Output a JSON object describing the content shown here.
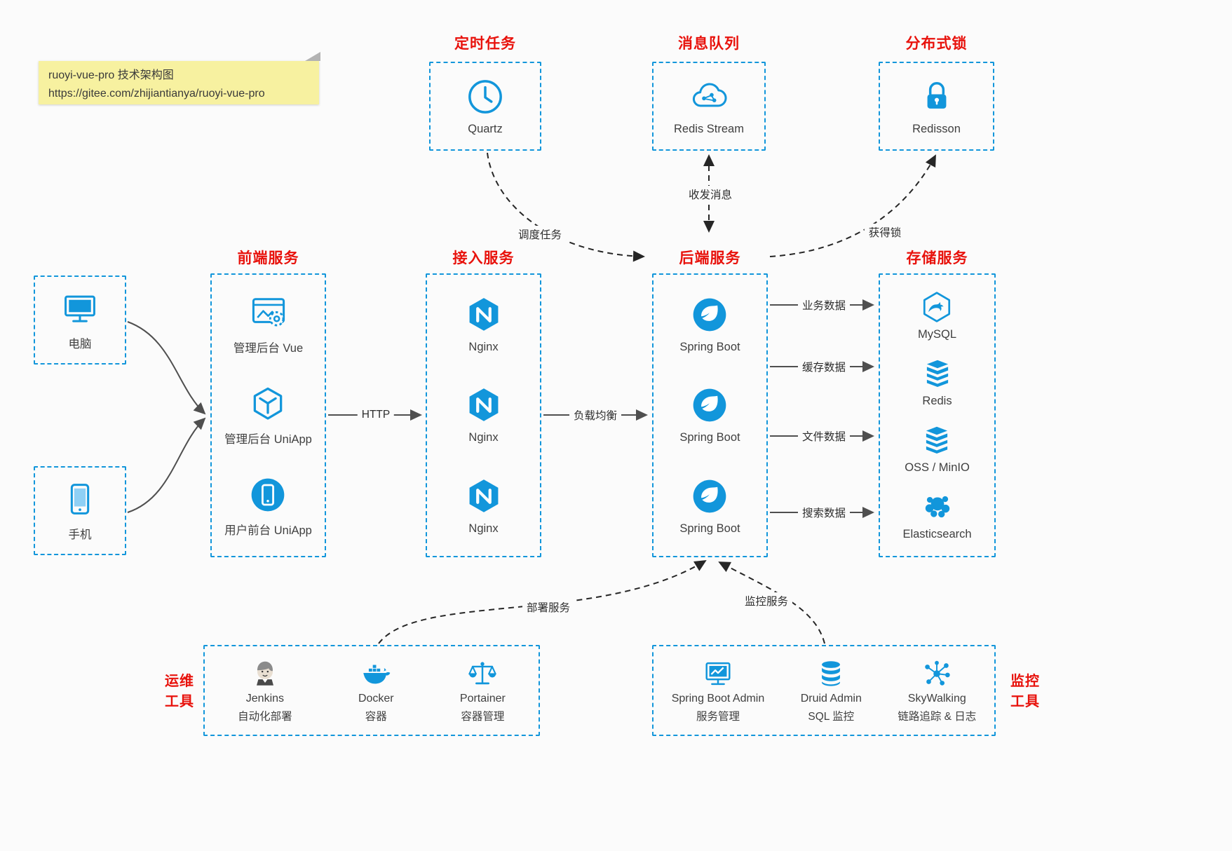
{
  "note": {
    "line1": "ruoyi-vue-pro 技术架构图",
    "line2": "https://gitee.com/zhijiantianya/ruoyi-vue-pro"
  },
  "groups": {
    "scheduled": {
      "title": "定时任务",
      "node": "Quartz"
    },
    "queue": {
      "title": "消息队列",
      "node": "Redis Stream"
    },
    "lock": {
      "title": "分布式锁",
      "node": "Redisson"
    },
    "clients": {
      "pc": "电脑",
      "phone": "手机"
    },
    "frontend": {
      "title": "前端服务",
      "items": [
        "管理后台 Vue",
        "管理后台 UniApp",
        "用户前台 UniApp"
      ]
    },
    "gateway": {
      "title": "接入服务",
      "items": [
        "Nginx",
        "Nginx",
        "Nginx"
      ]
    },
    "backend": {
      "title": "后端服务",
      "items": [
        "Spring Boot",
        "Spring Boot",
        "Spring Boot"
      ]
    },
    "storage": {
      "title": "存储服务",
      "items": [
        "MySQL",
        "Redis",
        "OSS / MinIO",
        "Elasticsearch"
      ]
    },
    "ops": {
      "title1": "运维",
      "title2": "工具",
      "items": [
        {
          "name": "Jenkins",
          "desc": "自动化部署"
        },
        {
          "name": "Docker",
          "desc": "容器"
        },
        {
          "name": "Portainer",
          "desc": "容器管理"
        }
      ]
    },
    "monitor": {
      "title1": "监控",
      "title2": "工具",
      "items": [
        {
          "name": "Spring Boot Admin",
          "desc": "服务管理"
        },
        {
          "name": "Druid Admin",
          "desc": "SQL 监控"
        },
        {
          "name": "SkyWalking",
          "desc": "链路追踪 & 日志"
        }
      ]
    }
  },
  "edges": {
    "http": "HTTP",
    "load_balance": "负载均衡",
    "business_data": "业务数据",
    "cache_data": "缓存数据",
    "file_data": "文件数据",
    "search_data": "搜索数据",
    "schedule_task": "调度任务",
    "send_receive_msg": "收发消息",
    "acquire_lock": "获得锁",
    "deploy_service": "部署服务",
    "monitor_service": "监控服务"
  },
  "colors": {
    "accent_blue": "#1296db",
    "title_red": "#e8120c",
    "note_yellow": "#f7f1a0"
  }
}
